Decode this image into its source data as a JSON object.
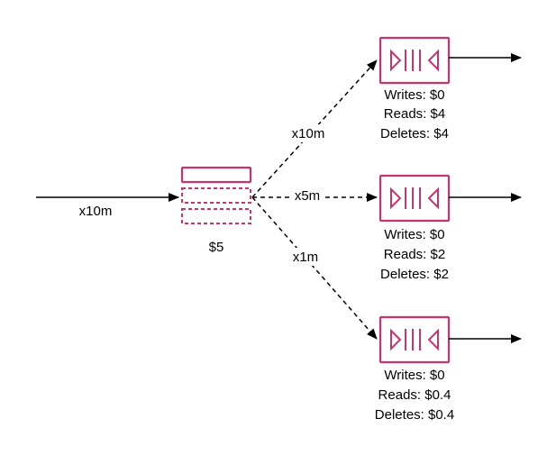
{
  "colors": {
    "accent": "#c7336f",
    "line": "#000000"
  },
  "input": {
    "label": "x10m"
  },
  "topic": {
    "cost": "$5"
  },
  "branches": [
    {
      "edge_label": "x10m",
      "queue_icon": "queue-icon",
      "costs": {
        "writes": "Writes: $0",
        "reads": "Reads: $4",
        "deletes": "Deletes: $4"
      }
    },
    {
      "edge_label": "x5m",
      "queue_icon": "queue-icon",
      "costs": {
        "writes": "Writes: $0",
        "reads": "Reads: $2",
        "deletes": "Deletes: $2"
      }
    },
    {
      "edge_label": "x1m",
      "queue_icon": "queue-icon",
      "costs": {
        "writes": "Writes: $0",
        "reads": "Reads: $0.4",
        "deletes": "Deletes: $0.4"
      }
    }
  ]
}
